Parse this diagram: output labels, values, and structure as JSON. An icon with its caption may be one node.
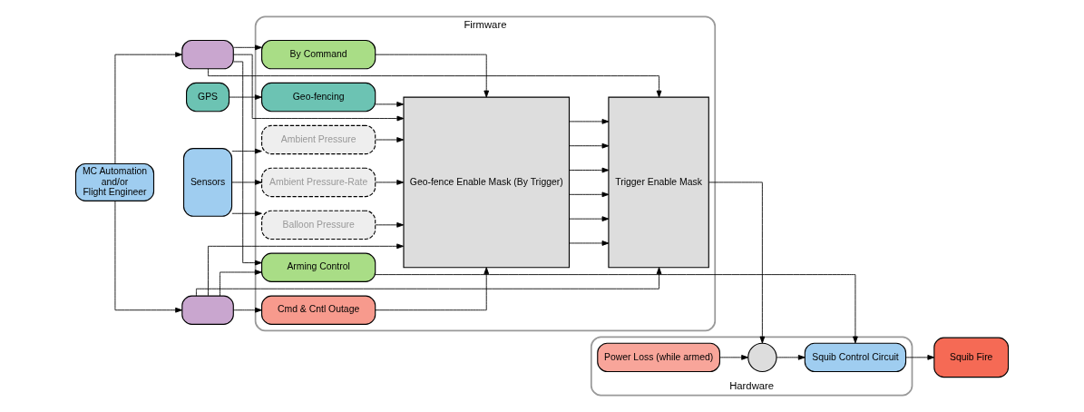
{
  "diagram": {
    "nodes": [
      {
        "text": [
          "MC Automation",
          "and/or",
          "Flight Engineer"
        ]
      },
      {
        "text": [],
        "shape": "box"
      },
      {
        "text": [],
        "shape": "box"
      },
      {
        "text": [
          "GPS"
        ]
      },
      {
        "text": [
          "Sensors"
        ]
      },
      {
        "text": [
          "Firmware"
        ]
      },
      {
        "text": [
          "Geo-fencing"
        ],
        "in": 5
      },
      {
        "text": [
          "By Command"
        ],
        "in": 5
      },
      {
        "text": [
          "Cmd & Cntl Outage"
        ],
        "in": 5
      },
      {
        "text": [
          "Balloon Pressure"
        ],
        "in": 5
      },
      {
        "text": [
          "Ambient Pressure"
        ],
        "in": 5
      },
      {
        "text": [
          "Ambient Pressure-Rate"
        ],
        "in": 5
      },
      {
        "text": [
          "Geo-fence Enable Mask (By Trigger)"
        ],
        "in": 5
      },
      {
        "text": [
          "Trigger Enable Mask"
        ],
        "in": 5
      },
      {
        "text": [
          "Arming Control"
        ],
        "in": 5
      },
      {
        "text": [
          "Hardware"
        ]
      },
      {
        "text": [
          "Power Loss (while armed)"
        ],
        "in": 15
      },
      {
        "text": [],
        "shape": "circle",
        "in": 15
      },
      {
        "text": [
          "Squib Control Circuit"
        ],
        "in": 15
      },
      {
        "text": [
          "Squib Fire"
        ]
      }
    ],
    "edges": [
      {
        "from": 0,
        "to": 1,
        "arrow": "to"
      },
      {
        "from": 0,
        "to": 2,
        "arrow": "to"
      },
      {
        "from": 3,
        "to": 6,
        "arrow": "to"
      },
      {
        "from": 1,
        "to": 7,
        "arrow": "to"
      },
      {
        "from": 2,
        "to": 8,
        "arrow": "to"
      },
      {
        "from": 1,
        "to": 14,
        "arrow": "to"
      },
      {
        "from": 2,
        "to": 14,
        "arrow": "to"
      },
      {
        "from": 1,
        "to": 12,
        "arrow": "to"
      },
      {
        "from": 2,
        "to": 12,
        "arrow": "to"
      },
      {
        "from": 1,
        "to": 13,
        "arrow": "to"
      },
      {
        "from": 2,
        "to": 13,
        "arrow": "to"
      },
      {
        "from": 4,
        "to": 9,
        "arrow": "to"
      },
      {
        "from": 4,
        "to": 10,
        "arrow": "to"
      },
      {
        "from": 4,
        "to": 11,
        "arrow": "to"
      },
      {
        "from": 6,
        "to": 12,
        "arrow": "to"
      },
      {
        "from": 7,
        "to": 12,
        "arrow": "to"
      },
      {
        "from": 8,
        "to": 12,
        "arrow": "to"
      },
      {
        "from": 9,
        "to": 12,
        "arrow": "to"
      },
      {
        "from": 10,
        "to": 12,
        "arrow": "to"
      },
      {
        "from": 11,
        "to": 12,
        "arrow": "to"
      },
      {
        "from": 12,
        "to": 13,
        "arrow": "to"
      },
      {
        "from": 12,
        "to": 13,
        "arrow": "to"
      },
      {
        "from": 12,
        "to": 13,
        "arrow": "to"
      },
      {
        "from": 12,
        "to": 13,
        "arrow": "to"
      },
      {
        "from": 12,
        "to": 13,
        "arrow": "to"
      },
      {
        "from": 12,
        "to": 13,
        "arrow": "to"
      },
      {
        "from": 13,
        "to": 17,
        "arrow": "to"
      },
      {
        "from": 16,
        "to": 17,
        "arrow": "to"
      },
      {
        "from": 17,
        "to": 18,
        "arrow": "to"
      },
      {
        "from": 14,
        "to": 18,
        "arrow": "to"
      },
      {
        "from": 18,
        "to": 19,
        "arrow": "to"
      }
    ]
  }
}
